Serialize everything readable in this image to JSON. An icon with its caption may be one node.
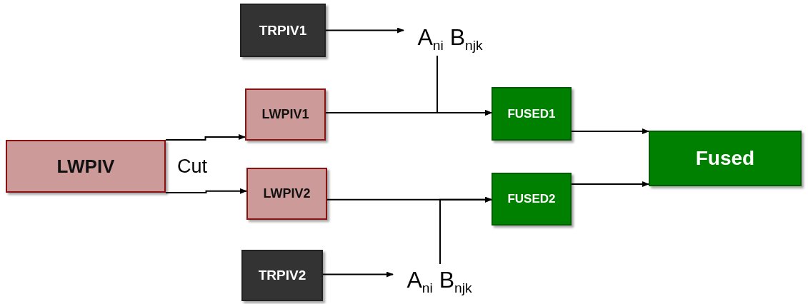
{
  "diagram": {
    "nodes": [
      {
        "text": [
          "TRPIV1"
        ]
      },
      {
        "text": [
          "A$_{ni}$ B$_{njk}$"
        ]
      },
      {
        "text": [
          "LWPIV1"
        ]
      },
      {
        "text": [
          "FUSED1"
        ]
      },
      {
        "text": [
          "LWPIV"
        ]
      },
      {
        "text": [
          "LWPIV2"
        ]
      },
      {
        "text": [
          "FUSED2"
        ]
      },
      {
        "text": [
          "Fused"
        ]
      },
      {
        "text": [
          "TRPIV2"
        ]
      },
      {
        "text": [
          "A$_{ni}$ B$_{njk}$"
        ]
      }
    ],
    "edges": [
      {
        "from": 0,
        "to": 1,
        "arrow": "to"
      },
      {
        "from": 4,
        "to": 2,
        "arrow": "to"
      },
      {
        "from": 4,
        "to": 5,
        "arrow": "to"
      },
      {
        "from": 2,
        "to": 3,
        "arrow": "to"
      },
      {
        "from": 1,
        "to": 3,
        "arrow": "to"
      },
      {
        "from": 5,
        "to": 6,
        "arrow": "to"
      },
      {
        "from": 9,
        "to": 6,
        "arrow": "to"
      },
      {
        "from": 8,
        "to": 9,
        "arrow": "to"
      },
      {
        "from": 3,
        "to": 7,
        "arrow": "to"
      },
      {
        "from": 6,
        "to": 7,
        "arrow": "to"
      }
    ],
    "labels": [
      "Cut"
    ]
  }
}
